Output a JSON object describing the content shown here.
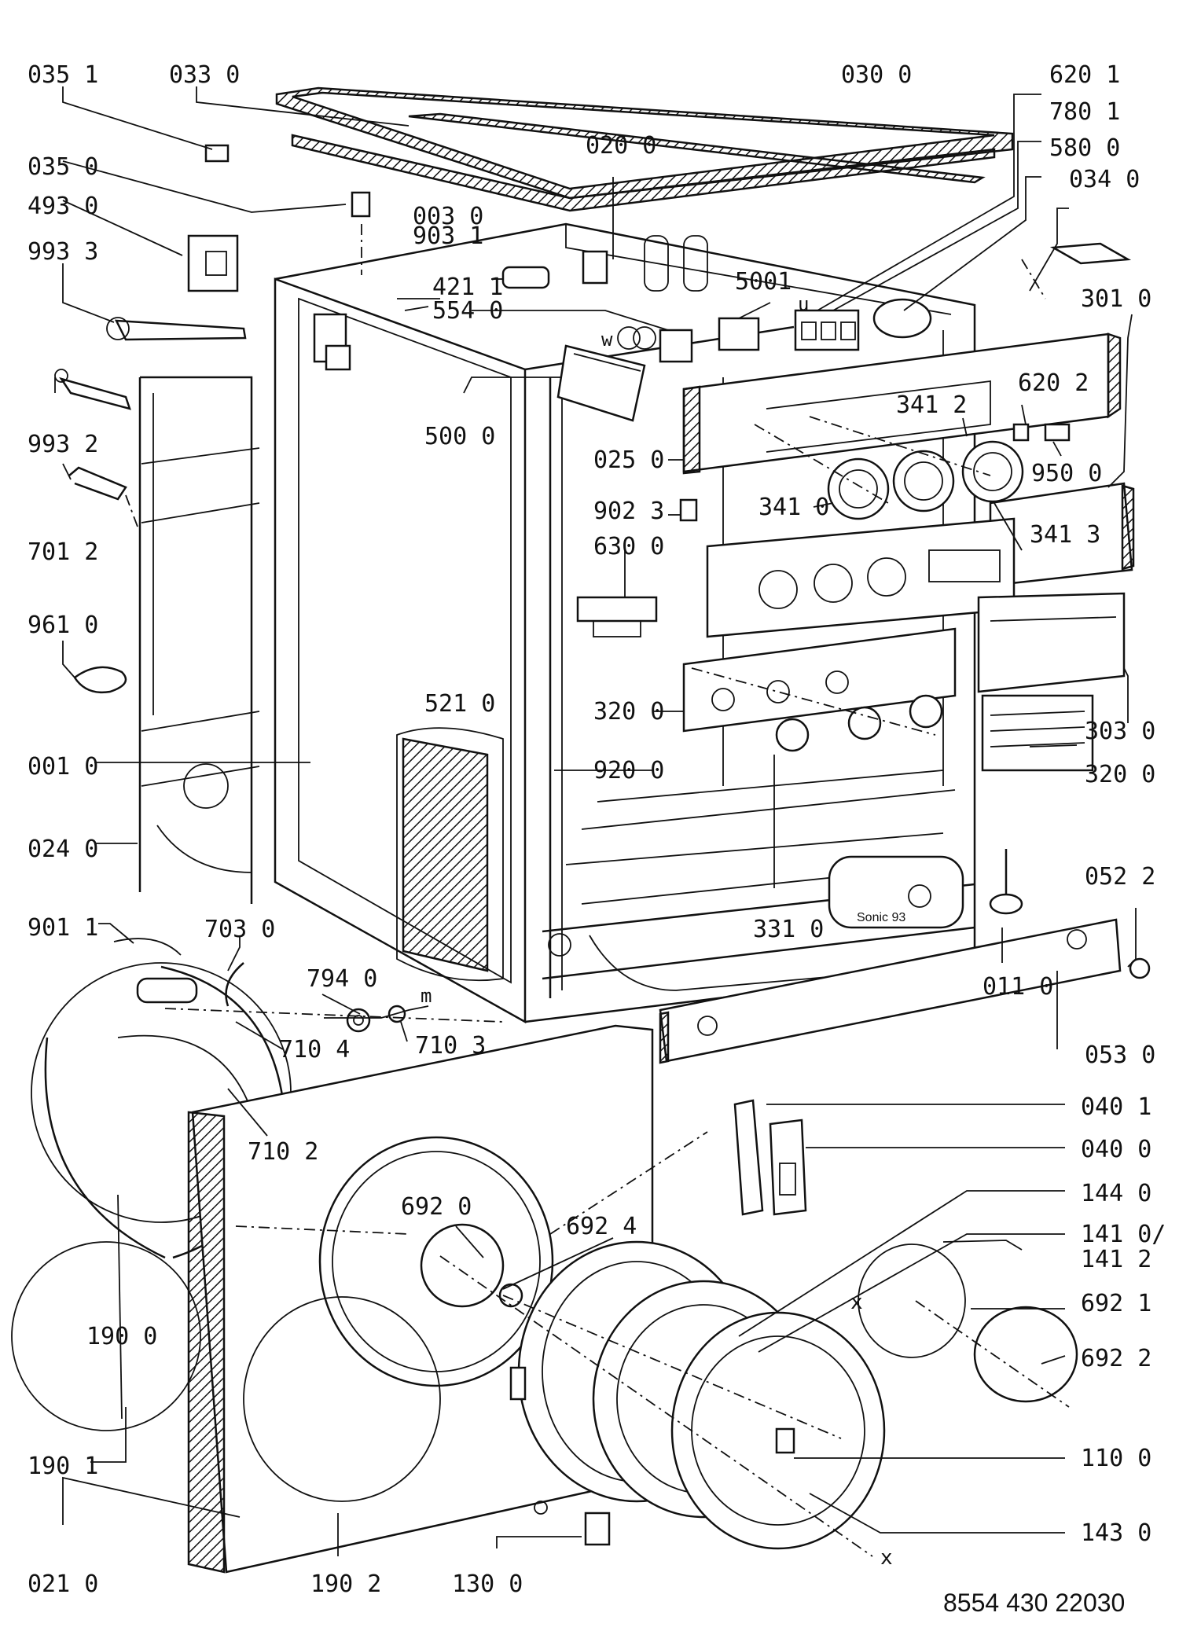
{
  "document_number": "8554 430 22030",
  "labels": {
    "l0351": "035 1",
    "l0330": "033 0",
    "l0300": "030 0",
    "l6201": "620 1",
    "l7801": "780 1",
    "l5800": "580 0",
    "l0340": "034 0",
    "l0350": "035 0",
    "l4930": "493 0",
    "l9933": "993 3",
    "l0200": "020 0",
    "l0030": "003 0",
    "l9031": "903 1",
    "l4211": "421 1",
    "l5540": "554 0",
    "l5001": "5001",
    "l3010": "301 0",
    "l9932": "993 2",
    "l5000": "500 0",
    "l3412": "341 2",
    "l6202": "620 2",
    "l0250": "025 0",
    "l9500": "950 0",
    "l7012": "701 2",
    "l9023": "902 3",
    "l3410": "341 0",
    "l3413": "341 3",
    "l6300": "630 0",
    "l9610": "961 0",
    "l5210": "521 0",
    "l3200a": "320 0",
    "l3030": "303 0",
    "l0010": "001 0",
    "l9200": "920 0",
    "l3200b": "320 0",
    "l0240": "024 0",
    "l0522": "052 2",
    "l9011": "901 1",
    "l7030": "703 0",
    "l3310": "331 0",
    "l7940": "794 0",
    "l0110": "011 0",
    "l7104": "710 4",
    "l7103": "710 3",
    "l0530": "053 0",
    "l0401": "040 1",
    "l7102": "710 2",
    "l0400": "040 0",
    "l6920": "692 0",
    "l1440": "144 0",
    "l6924": "692 4",
    "l1410": "141 0/",
    "l1412": "141 2",
    "l1900": "190 0",
    "l6921": "692 1",
    "l6922": "692 2",
    "l1901": "190 1",
    "l1100": "110 0",
    "l1430": "143 0",
    "l0210": "021 0",
    "l1902": "190 2",
    "l1300": "130 0"
  },
  "marks": {
    "m_u": "u",
    "m_w": "w",
    "m_m": "m",
    "m_x1": "x",
    "m_x2": "x",
    "m_badge": "Sonic 93"
  }
}
